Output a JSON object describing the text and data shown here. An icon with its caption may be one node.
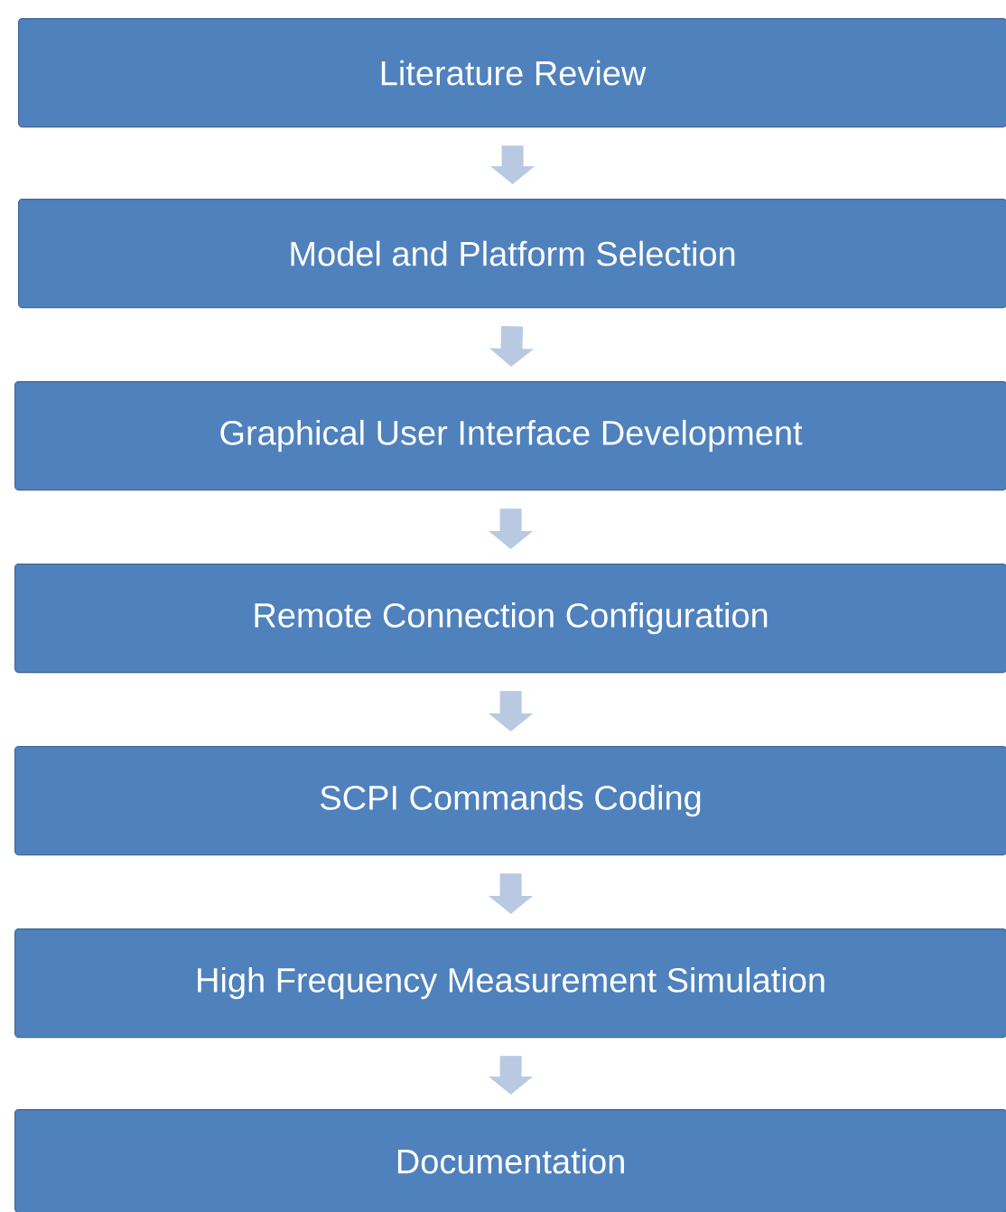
{
  "diagram": {
    "nodes": [
      {
        "text": [
          "Literature Review"
        ]
      },
      {
        "text": [
          "Model and Platform Selection"
        ]
      },
      {
        "text": [
          "Graphical User Interface Development"
        ]
      },
      {
        "text": [
          "Remote Connection Configuration"
        ]
      },
      {
        "text": [
          "SCPI Commands Coding"
        ]
      },
      {
        "text": [
          "High Frequency Measurement Simulation"
        ]
      },
      {
        "text": [
          "Documentation"
        ]
      }
    ],
    "edges": [
      {
        "from": 0,
        "to": 1,
        "arrow": "to"
      },
      {
        "from": 1,
        "to": 2,
        "arrow": "to"
      },
      {
        "from": 2,
        "to": 3,
        "arrow": "to"
      },
      {
        "from": 3,
        "to": 4,
        "arrow": "to"
      },
      {
        "from": 4,
        "to": 5,
        "arrow": "to"
      },
      {
        "from": 5,
        "to": 6,
        "arrow": "to"
      }
    ]
  }
}
